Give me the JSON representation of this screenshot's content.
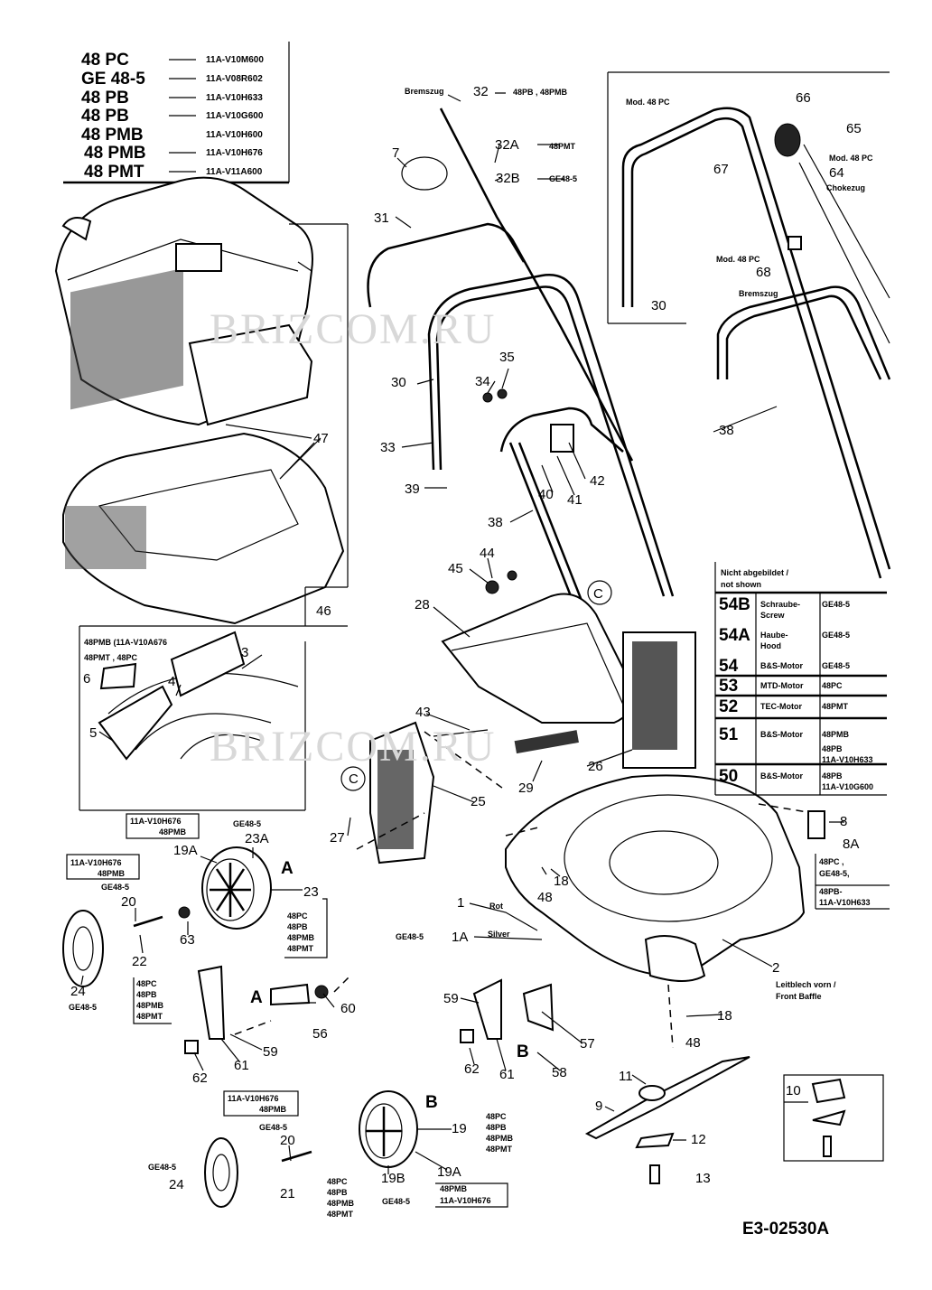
{
  "watermark": "BRIZCOM.RU",
  "drawing_code": "E3-02530A",
  "model_table": [
    {
      "model": "48 PC",
      "number": "11A-V10M600"
    },
    {
      "model": "GE 48-5",
      "number": "11A-V08R602"
    },
    {
      "model": "48 PB",
      "number": "11A-V10H633"
    },
    {
      "model": "48 PB",
      "number": "11A-V10G600"
    },
    {
      "model": "48 PMB",
      "number": "11A-V10H600"
    },
    {
      "model": "48 PMB",
      "number": "11A-V10H676"
    },
    {
      "model": "48 PMT",
      "number": "11A-V11A600"
    }
  ],
  "not_shown_table": {
    "header": [
      "Nicht abgebildet /",
      "not shown"
    ],
    "rows": [
      {
        "part": "54B",
        "desc": [
          "Schraube-",
          "Screw"
        ],
        "models": [
          "GE48-5"
        ]
      },
      {
        "part": "54A",
        "desc": [
          "Haube-",
          "Hood"
        ],
        "models": [
          "GE48-5"
        ]
      },
      {
        "part": "54",
        "desc": [
          "B&S-Motor"
        ],
        "models": [
          "GE48-5"
        ]
      },
      {
        "part": "53",
        "desc": [
          "MTD-Motor"
        ],
        "models": [
          "48PC"
        ]
      },
      {
        "part": "52",
        "desc": [
          "TEC-Motor"
        ],
        "models": [
          "48PMT"
        ]
      },
      {
        "part": "51",
        "desc": [
          "B&S-Motor"
        ],
        "models": [
          "48PMB",
          "48PB",
          "11A-V10H633"
        ]
      },
      {
        "part": "50",
        "desc": [
          "B&S-Motor"
        ],
        "models": [
          "48PB",
          "11A-V10G600"
        ]
      }
    ]
  },
  "callouts": [
    "Bremszug",
    "32",
    "48PB , 48PMB",
    "7",
    "32A",
    "48PMT",
    "32B",
    "GE48-5",
    "31",
    "Mod. 48 PC",
    "66",
    "65",
    "Mod. 48 PC",
    "67",
    "64",
    "Chokezug",
    "Mod. 48 PC",
    "68",
    "Bremszug",
    "30",
    "30",
    "35",
    "34",
    "38",
    "33",
    "42",
    "39",
    "40",
    "41",
    "38",
    "44",
    "45",
    "C",
    "28",
    "47",
    "46",
    "48PMB (11A-V10A676",
    "48PMT , 48PC",
    "3",
    "6",
    "4",
    "5",
    "43",
    "26",
    "29",
    "25",
    "C",
    "27",
    "11A-V10H676",
    "48PMB",
    "GE48-5",
    "23A",
    "19A",
    "A",
    "23",
    "11A-V10H676",
    "48PMB",
    "GE48-5",
    "20",
    "63",
    "22",
    "48PC",
    "48PB",
    "48PMB",
    "48PMT",
    "24",
    "GE48-5",
    "48PC",
    "48PB",
    "48PMB",
    "48PMT",
    "A",
    "60",
    "56",
    "59",
    "61",
    "62",
    "8",
    "8A",
    "48PC ,",
    "GE48-5,",
    "48PB-",
    "11A-V10H633",
    "18",
    "48",
    "1",
    "Rot",
    "GE48-5",
    "1A",
    "Silver",
    "2",
    "Leitblech vorn /",
    "Front Baffle",
    "59",
    "18",
    "48",
    "57",
    "B",
    "58",
    "62",
    "61",
    "11",
    "10",
    "9",
    "12",
    "13",
    "11A-V10H676",
    "48PMB",
    "GE48-5",
    "20",
    "B",
    "19",
    "48PC",
    "48PB",
    "48PMB",
    "48PMT",
    "GE48-5",
    "24",
    "21",
    "48PC",
    "48PB",
    "48PMB",
    "48PMT",
    "19B",
    "GE48-5",
    "19A",
    "48PMB",
    "11A-V10H676"
  ]
}
